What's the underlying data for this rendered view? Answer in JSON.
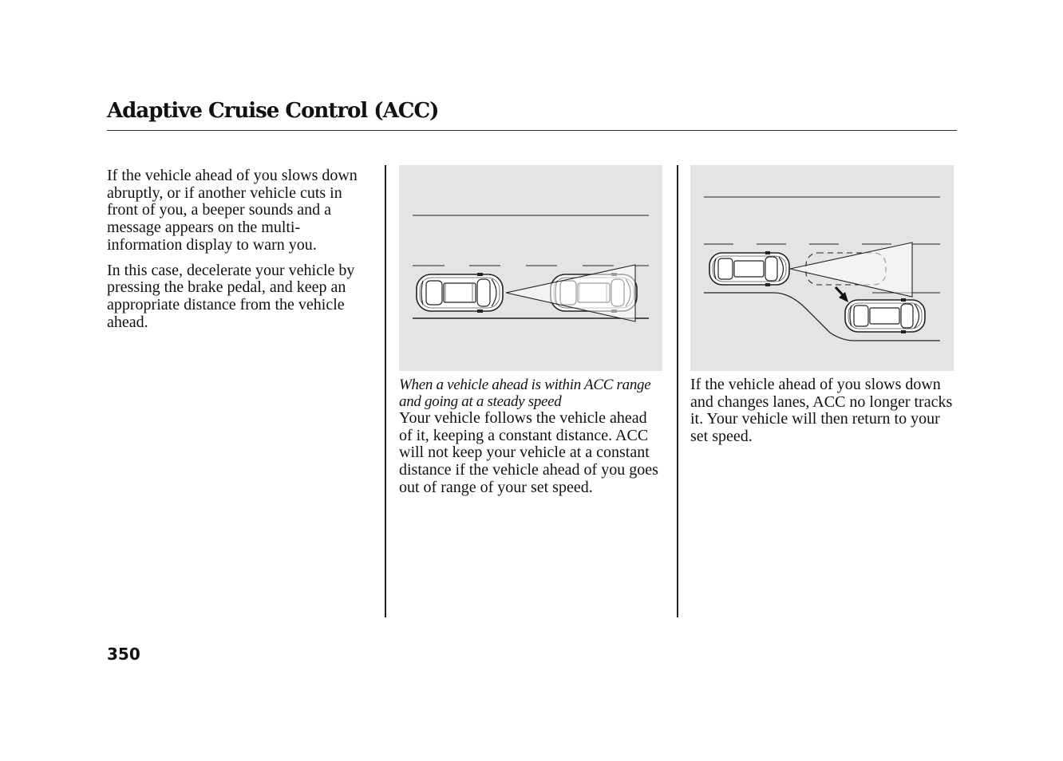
{
  "header": {
    "title": "Adaptive Cruise Control (ACC)"
  },
  "column1": {
    "paragraphs": [
      "If the vehicle ahead of you slows down abruptly, or if another vehicle cuts in front of you, a beeper sounds and a message appears on the multi-information display to warn you.",
      "In this case, decelerate your vehicle by pressing the brake pedal, and keep an appropriate distance from the vehicle ahead."
    ]
  },
  "column2": {
    "caption": "When a vehicle ahead is within ACC range and going at a steady speed",
    "body": "Your vehicle follows the vehicle ahead of it, keeping a constant distance. ACC will not keep your vehicle at a constant distance if the vehicle ahead of you goes out of range of your set speed."
  },
  "column3": {
    "body": "If the vehicle ahead of you slows down and changes lanes, ACC no longer tracks it. Your vehicle will then return to your set speed."
  },
  "footer": {
    "page_number": "350"
  },
  "colors": {
    "figure_background": "#e4e4e4",
    "text": "#111111"
  },
  "icons": [
    "car-icon",
    "radar-beam",
    "lane-change-arrow-icon"
  ]
}
